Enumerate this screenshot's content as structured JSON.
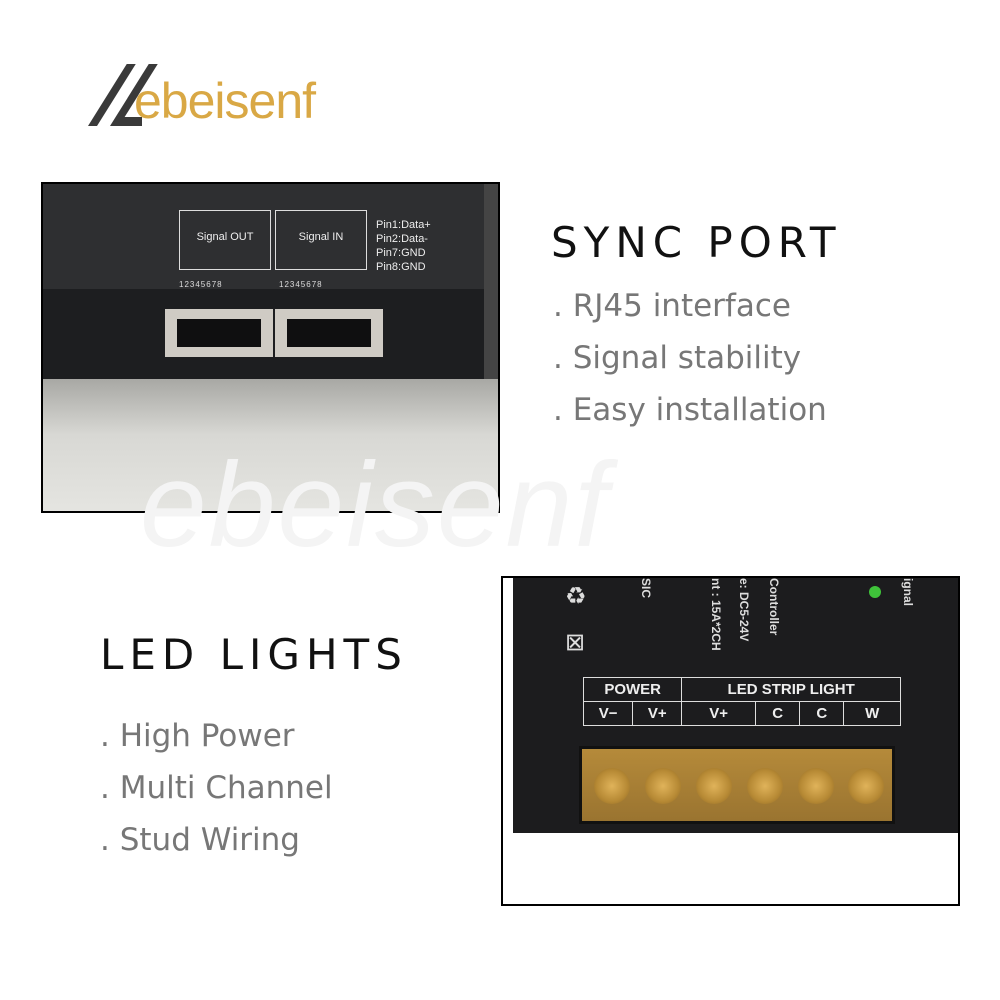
{
  "brand": {
    "name": "ebeisenf",
    "logo_color": "#d9a845",
    "mark_color": "#3a3a3a"
  },
  "sync_section": {
    "heading": "SYNC PORT",
    "bullets": [
      ". RJ45 interface",
      ". Signal stability",
      ". Easy installation"
    ],
    "photo": {
      "port_out": "Signal OUT",
      "port_in": "Signal IN",
      "pin_numbers": "12345678",
      "pins": [
        "Pin1:Data+",
        "Pin2:Data-",
        "Pin7:GND",
        "Pin8:GND"
      ]
    }
  },
  "led_section": {
    "heading": "LED LIGHTS",
    "bullets": [
      ". High Power",
      ". Multi Channel",
      ". Stud Wiring"
    ],
    "photo": {
      "vertical_text": [
        "SIC",
        "nt : 15A*2CH",
        "e: DC5-24V",
        "Controller",
        "ignal"
      ],
      "table_groups": [
        "POWER",
        "LED STRIP LIGHT"
      ],
      "table_terminals": [
        "V−",
        "V+",
        "V+",
        "C",
        "C",
        "W"
      ]
    }
  }
}
